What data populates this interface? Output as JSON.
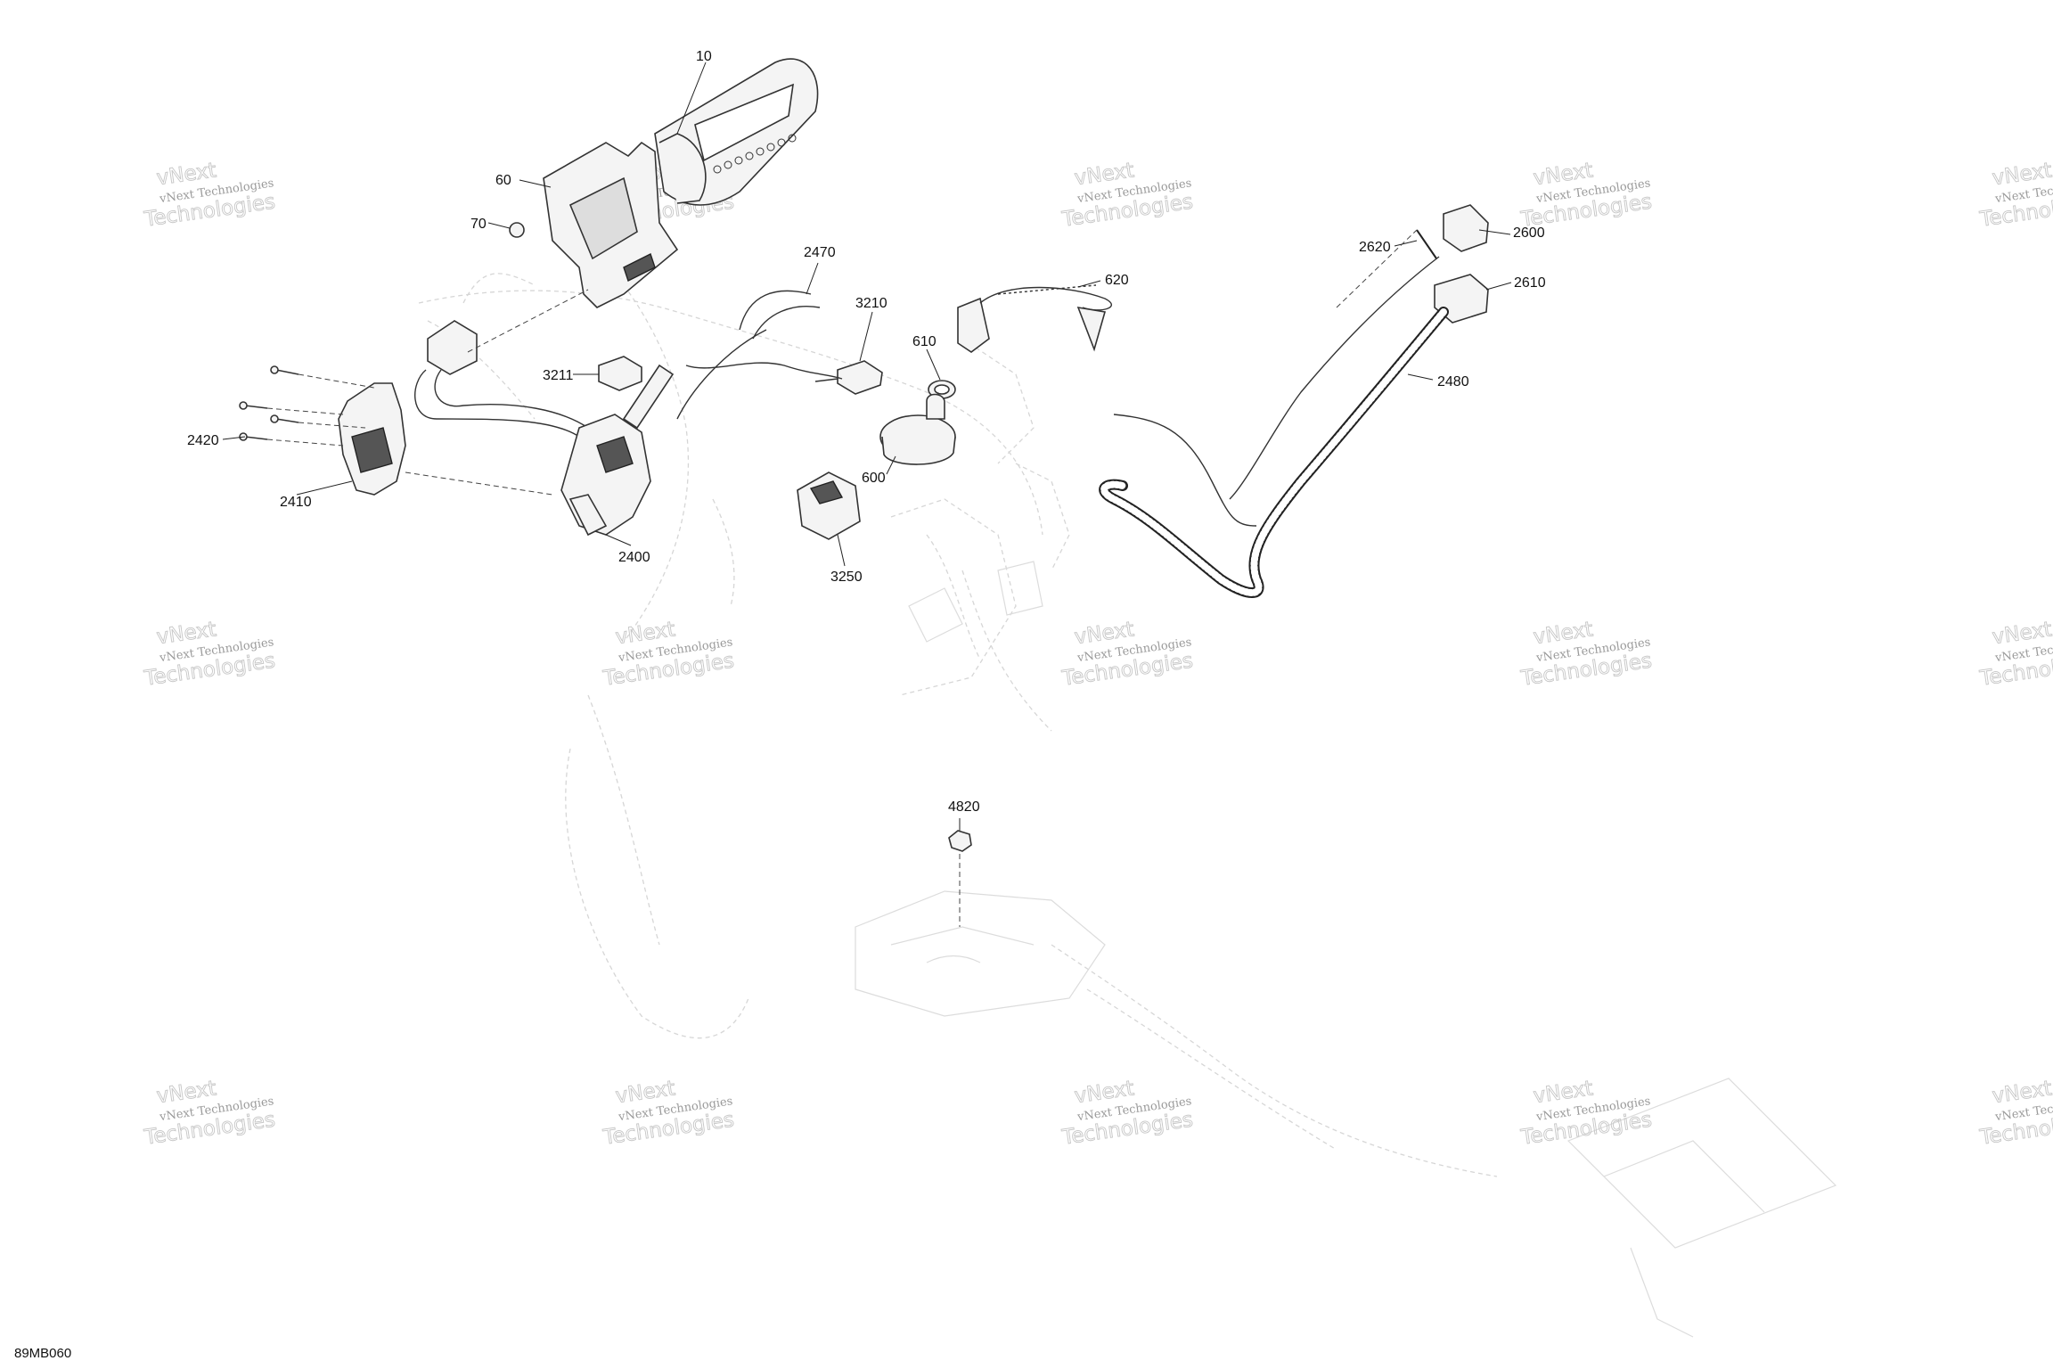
{
  "diagram_id": "89MB060",
  "watermark": {
    "line1": "vNext Technologies",
    "line2": "Technologies",
    "line3": "vNext"
  },
  "callouts": [
    {
      "id": "10",
      "label": "10"
    },
    {
      "id": "60",
      "label": "60"
    },
    {
      "id": "70",
      "label": "70"
    },
    {
      "id": "2470",
      "label": "2470"
    },
    {
      "id": "3210",
      "label": "3210"
    },
    {
      "id": "3211",
      "label": "3211"
    },
    {
      "id": "610",
      "label": "610"
    },
    {
      "id": "620",
      "label": "620"
    },
    {
      "id": "600",
      "label": "600"
    },
    {
      "id": "3250",
      "label": "3250"
    },
    {
      "id": "2420",
      "label": "2420"
    },
    {
      "id": "2410",
      "label": "2410"
    },
    {
      "id": "2400",
      "label": "2400"
    },
    {
      "id": "2620",
      "label": "2620"
    },
    {
      "id": "2600",
      "label": "2600"
    },
    {
      "id": "2610",
      "label": "2610"
    },
    {
      "id": "2480",
      "label": "2480"
    },
    {
      "id": "4820",
      "label": "4820"
    }
  ]
}
